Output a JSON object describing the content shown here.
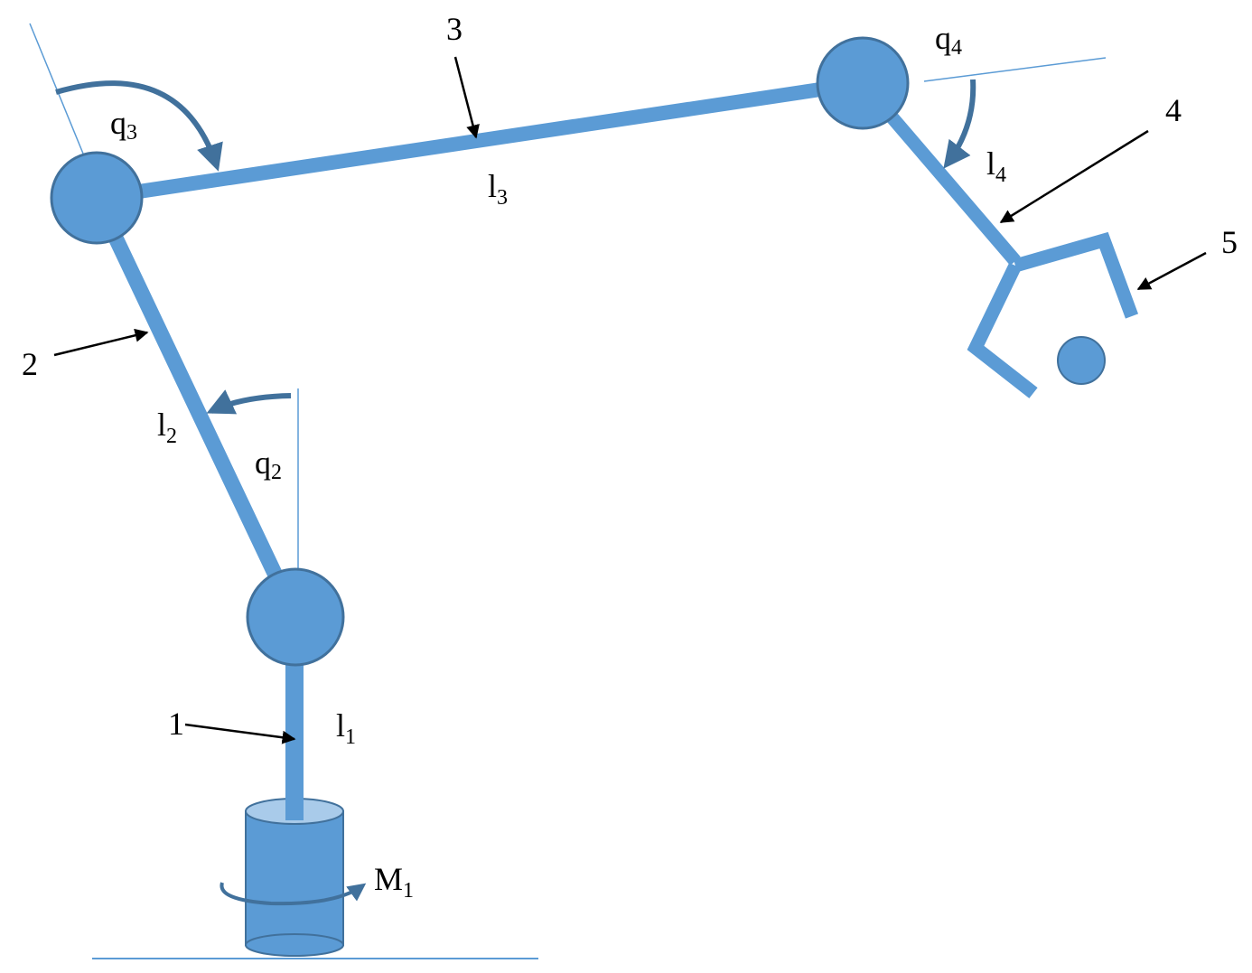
{
  "colors": {
    "link": "#5B9BD5",
    "link_stroke": "#41719C",
    "cylinder_top": "#A9CBEA",
    "line": "#5B9BD5",
    "arc": "#41719C",
    "text": "#000000",
    "callout_arrow": "#000000"
  },
  "callouts": {
    "c1": "1",
    "c2": "2",
    "c3": "3",
    "c4": "4",
    "c5": "5"
  },
  "lengths": {
    "l1": {
      "base": "l",
      "sub": "1"
    },
    "l2": {
      "base": "l",
      "sub": "2"
    },
    "l3": {
      "base": "l",
      "sub": "3"
    },
    "l4": {
      "base": "l",
      "sub": "4"
    }
  },
  "angles": {
    "q2": {
      "base": "q",
      "sub": "2"
    },
    "q3": {
      "base": "q",
      "sub": "3"
    },
    "q4": {
      "base": "q",
      "sub": "4"
    }
  },
  "motor": {
    "base": "M",
    "sub": "1"
  }
}
